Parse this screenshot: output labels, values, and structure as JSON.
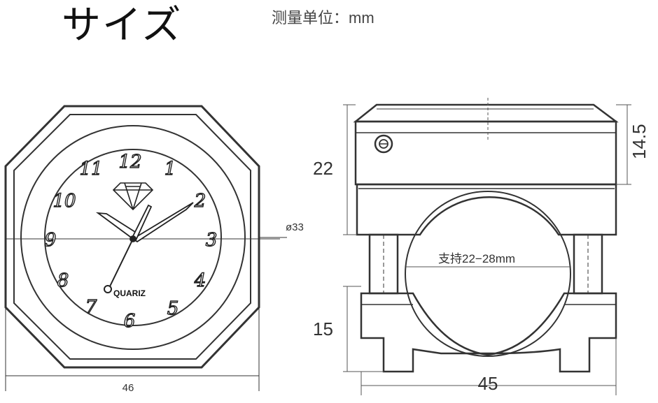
{
  "header": {
    "title": "サイズ",
    "unit_text": "测量单位：mm"
  },
  "clock": {
    "numerals": [
      "12",
      "1",
      "2",
      "3",
      "4",
      "5",
      "6",
      "7",
      "8",
      "9",
      "10",
      "11"
    ],
    "brand": "QUARIZ",
    "diameter_label": "ø33",
    "width_label": "46"
  },
  "mount": {
    "height_label": "22",
    "top_label": "14.5",
    "bottom_label": "15",
    "width_label": "45",
    "support_label": "支持22−28mm"
  }
}
